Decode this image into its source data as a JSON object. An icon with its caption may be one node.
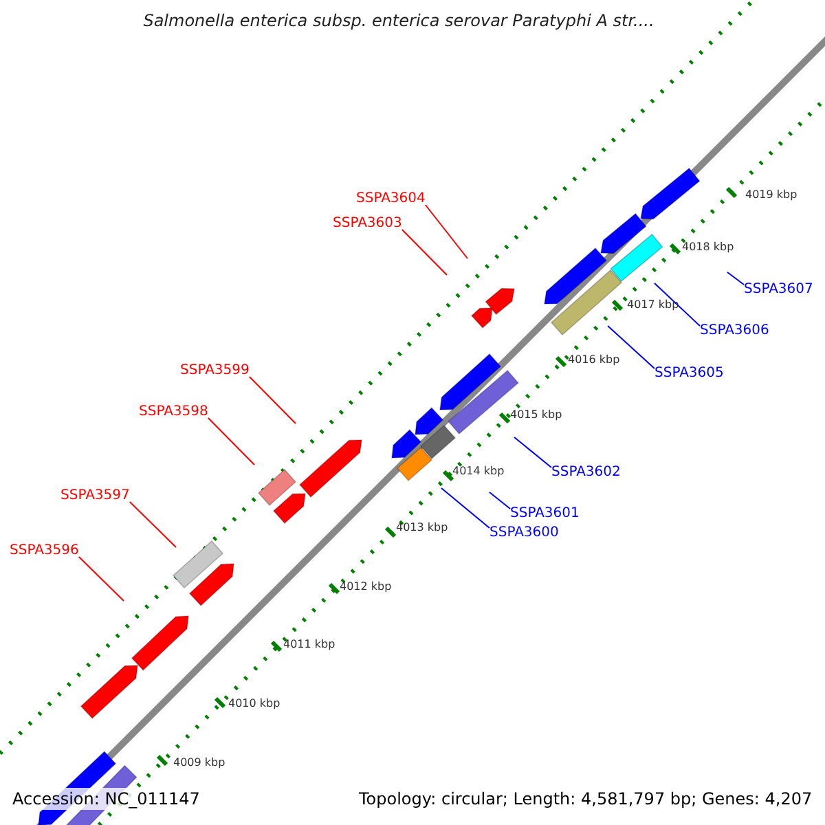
{
  "diagram": {
    "title": "Salmonella enterica subsp. enterica serovar Paratyphi A str....",
    "nodes": [
      {
        "text": [
          "SSPA3604"
        ]
      },
      {
        "text": [
          "SSPA3603"
        ]
      },
      {
        "text": [
          "SSPA3599"
        ]
      },
      {
        "text": [
          "SSPA3598"
        ]
      },
      {
        "text": [
          "SSPA3597"
        ]
      },
      {
        "text": [
          "SSPA3596"
        ]
      },
      {
        "text": [
          "SSPA3607"
        ]
      },
      {
        "text": [
          "SSPA3606"
        ]
      },
      {
        "text": [
          "SSPA3605"
        ]
      },
      {
        "text": [
          "SSPA3602"
        ]
      },
      {
        "text": [
          "SSPA3601"
        ]
      },
      {
        "text": [
          "SSPA3600"
        ]
      }
    ],
    "edges": [
      {
        "from": 0,
        "to": null,
        "arrow": "none",
        "color": "#ff0000"
      },
      {
        "from": 1,
        "to": null,
        "arrow": "none",
        "color": "#ff0000"
      },
      {
        "from": 2,
        "to": null,
        "arrow": "none",
        "color": "#ff0000"
      },
      {
        "from": 3,
        "to": null,
        "arrow": "none",
        "color": "#ff0000"
      },
      {
        "from": 4,
        "to": null,
        "arrow": "none",
        "color": "#ff0000"
      },
      {
        "from": 5,
        "to": null,
        "arrow": "none",
        "color": "#ff0000"
      },
      {
        "from": 6,
        "to": null,
        "arrow": "none",
        "color": "#0000ff"
      },
      {
        "from": 7,
        "to": null,
        "arrow": "none",
        "color": "#0000ff"
      },
      {
        "from": 8,
        "to": null,
        "arrow": "none",
        "color": "#0000ff"
      },
      {
        "from": 9,
        "to": null,
        "arrow": "none",
        "color": "#0000ff"
      },
      {
        "from": 10,
        "to": null,
        "arrow": "none",
        "color": "#0000ff"
      },
      {
        "from": 11,
        "to": null,
        "arrow": "none",
        "color": "#0000ff"
      }
    ],
    "labels": [
      "4019 kbp",
      "4018 kbp",
      "4017 kbp",
      "4016 kbp",
      "4015 kbp",
      "4014 kbp",
      "4013 kbp",
      "4012 kbp",
      "4011 kbp",
      "4010 kbp",
      "4009 kbp",
      "Accession: NC_011147",
      "Topology: circular; Length: 4,581,797 bp; Genes: 4,207"
    ]
  }
}
